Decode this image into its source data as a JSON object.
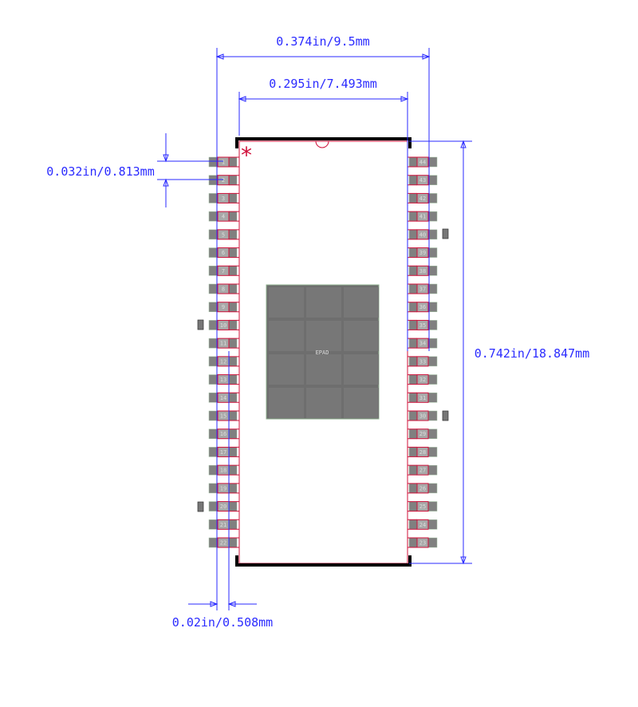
{
  "dimensions": {
    "overall_width": "0.374in/9.5mm",
    "body_width": "0.295in/7.493mm",
    "pitch": "0.032in/0.813mm",
    "overall_length": "0.742in/18.847mm",
    "pad_width": "0.02in/0.508mm"
  },
  "pin1_marker": "*",
  "epad_label": "EPAD",
  "left_pins": [
    "1",
    "2",
    "3",
    "4",
    "5",
    "6",
    "7",
    "8",
    "9",
    "10",
    "11",
    "12",
    "13",
    "14",
    "15",
    "16",
    "17",
    "18",
    "19",
    "20",
    "21",
    "22"
  ],
  "right_pins": [
    "44",
    "43",
    "42",
    "41",
    "40",
    "39",
    "38",
    "37",
    "36",
    "35",
    "34",
    "33",
    "32",
    "31",
    "30",
    "29",
    "28",
    "27",
    "26",
    "25",
    "24",
    "23"
  ],
  "colors": {
    "dimension": "#2a2aff",
    "copper": "#d0103a",
    "pad": "#808080",
    "silkscreen": "#000000"
  }
}
